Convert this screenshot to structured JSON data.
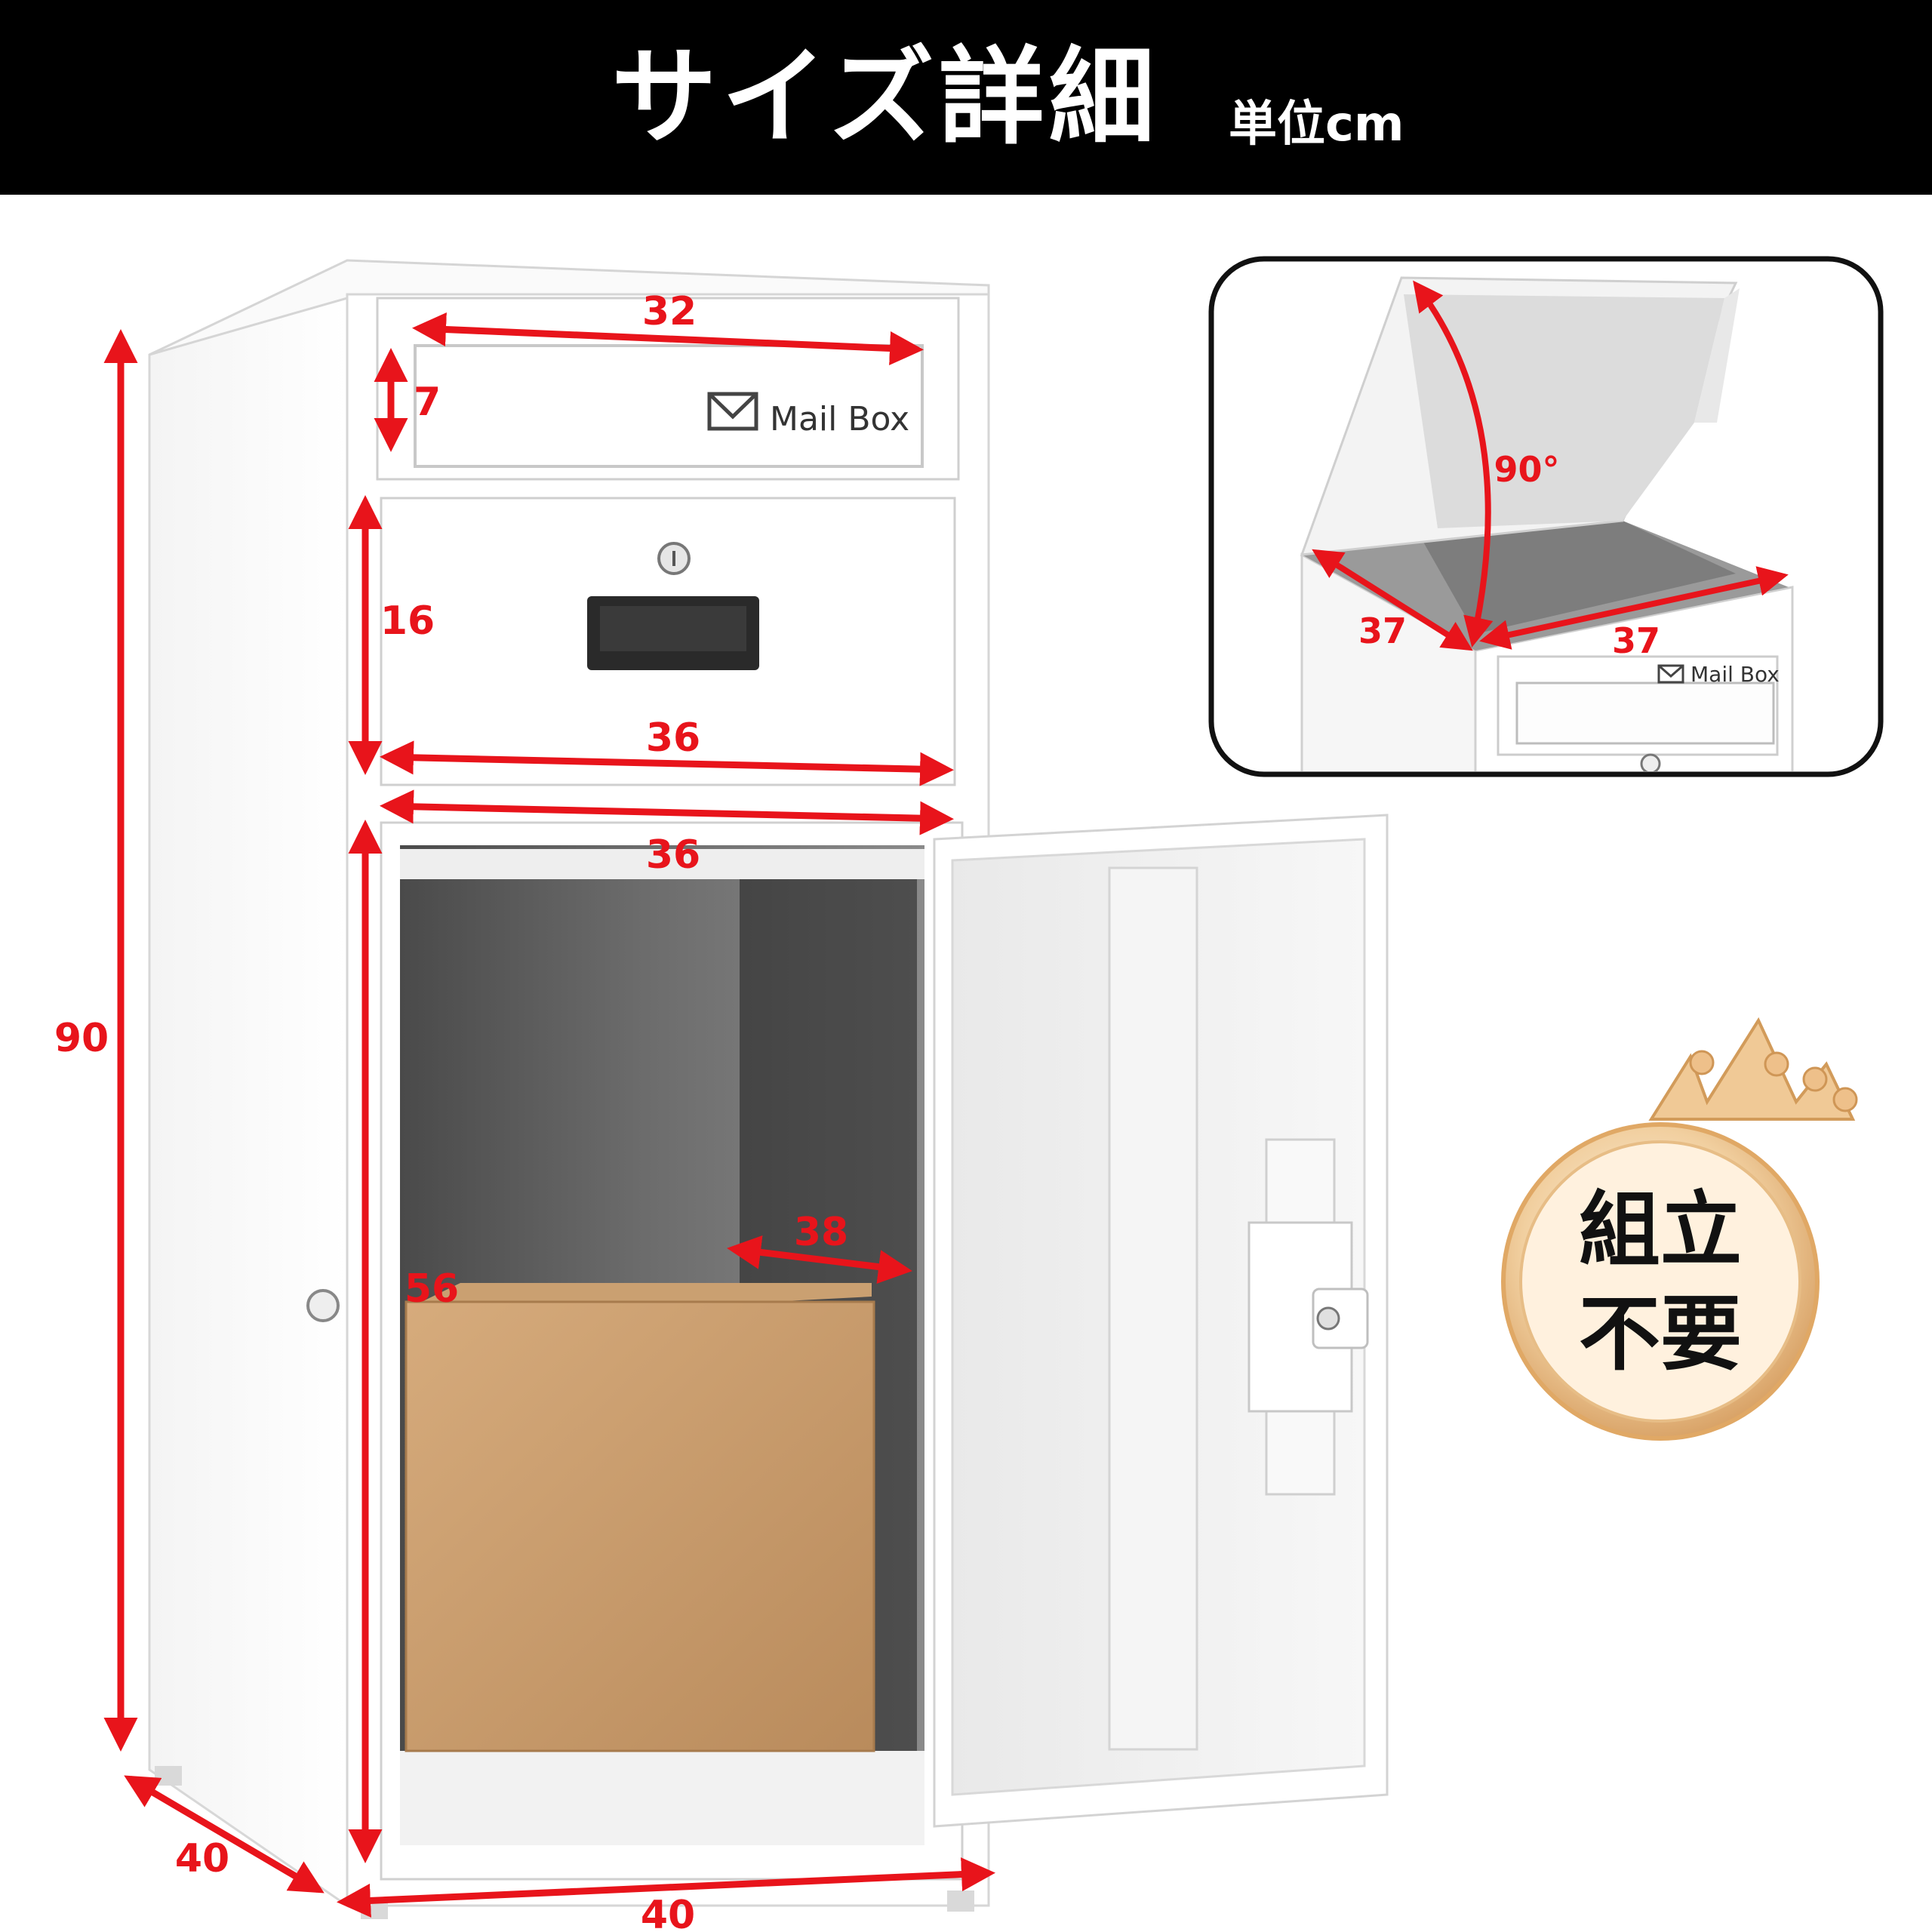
{
  "header": {
    "title": "サイズ詳細",
    "unit": "単位cm"
  },
  "mailbox": {
    "label": "Mail Box"
  },
  "dimensions": {
    "slot_width": "32",
    "slot_height": "7",
    "drawer_height": "16",
    "drawer_width": "36",
    "compartment_width": "36",
    "depth_inside": "38",
    "compartment_height": "56",
    "total_height": "90",
    "base_depth": "40",
    "base_width": "40"
  },
  "inset": {
    "angle": "90°",
    "lid_depth": "37",
    "lid_width": "37",
    "label": "Mail Box"
  },
  "badge": {
    "line1": "組立",
    "line2": "不要"
  },
  "colors": {
    "dimension": "#e8141b",
    "header_bg": "#000000",
    "box": "#c99b6b",
    "badge_gold": "#e6b47a"
  }
}
